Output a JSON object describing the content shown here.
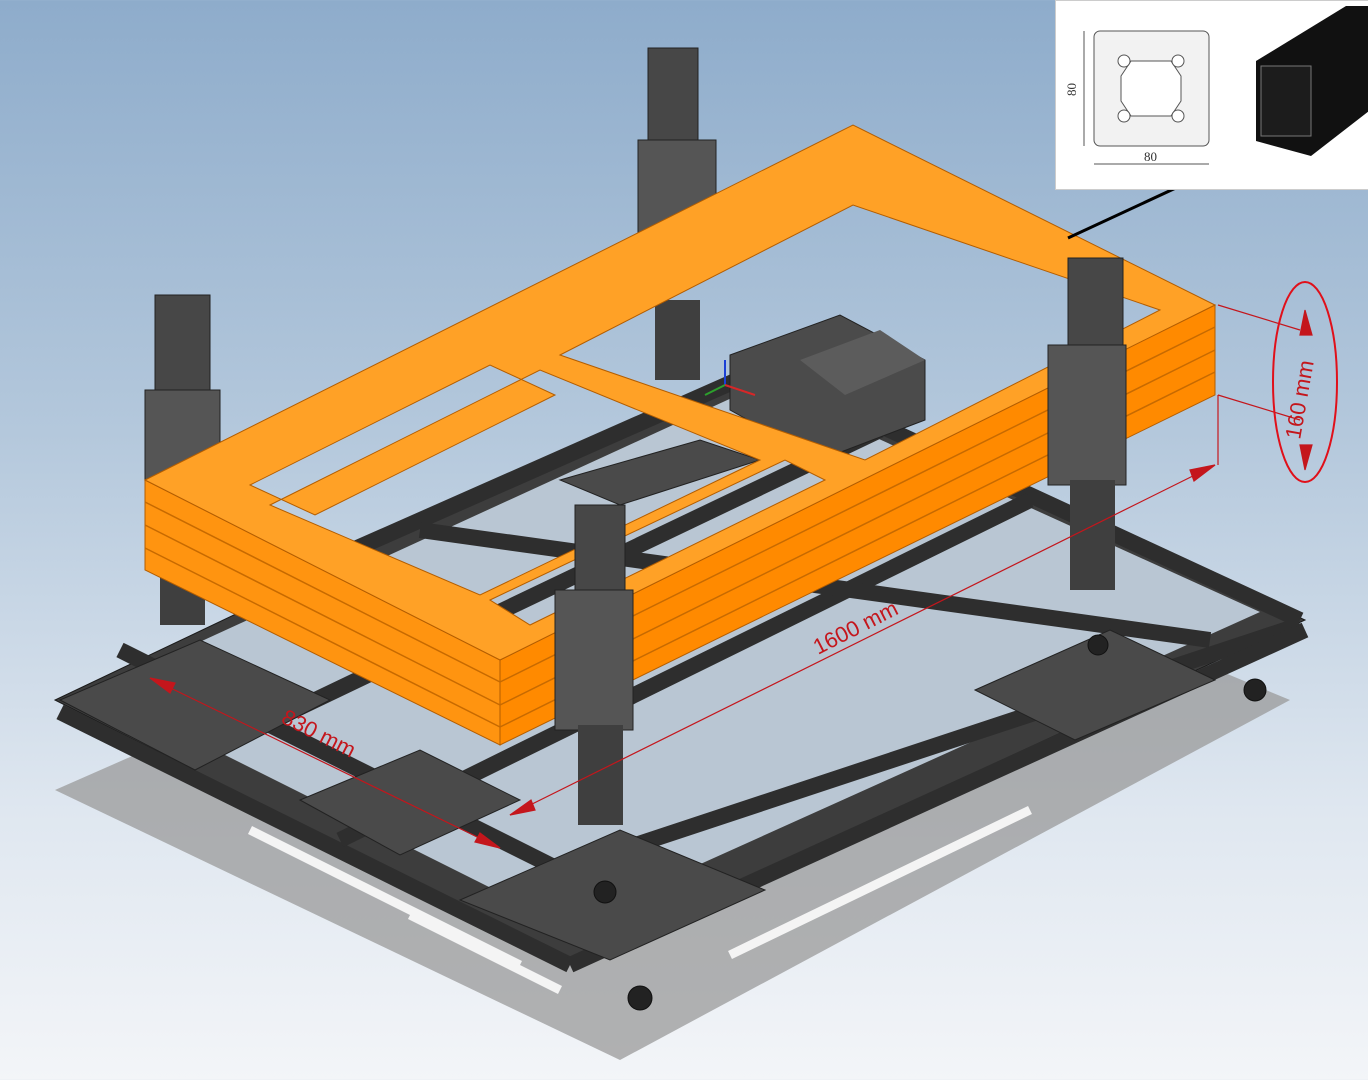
{
  "dimensions": {
    "width_label": "830 mm",
    "length_label": "1600 mm",
    "height_label": "160 mm"
  },
  "inset": {
    "profile_width": "80",
    "profile_height": "80"
  },
  "colors": {
    "frame": "#ff8c00",
    "base": "#3a3a3a",
    "dimension": "#c4161c"
  }
}
